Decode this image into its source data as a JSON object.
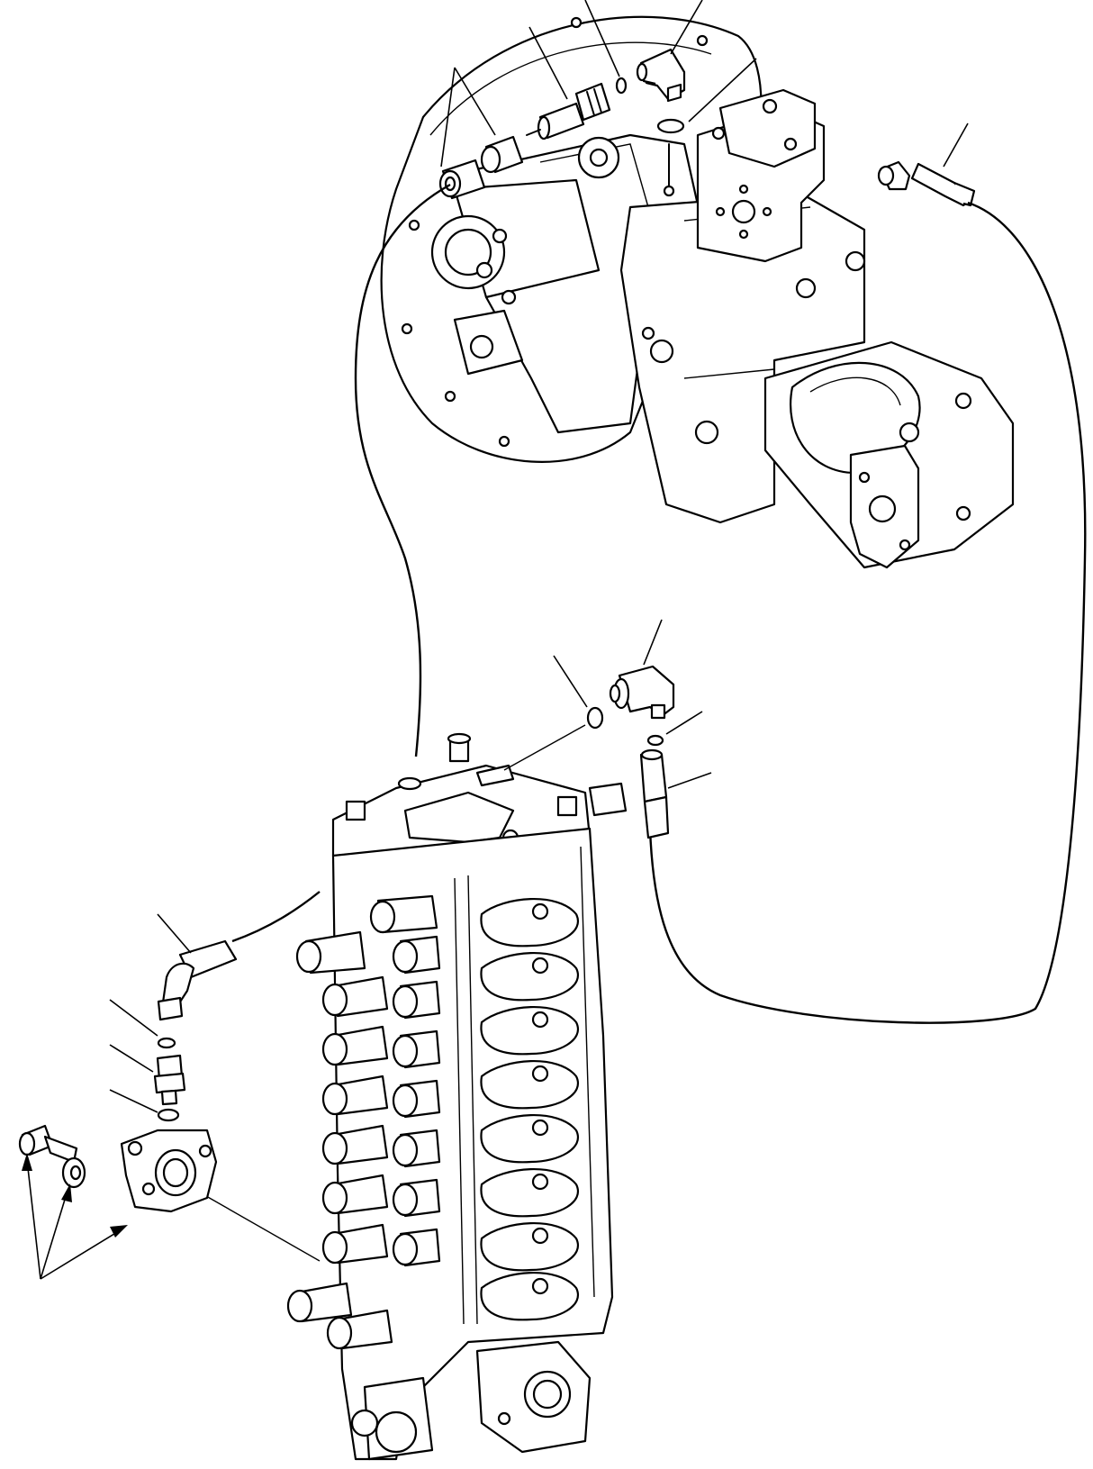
{
  "diagram": {
    "kind": "exploded parts illustration",
    "callout_labels": [],
    "components": [
      "pump-assembly",
      "control-valve",
      "hose-left",
      "hose-right",
      "elbow-fitting-top",
      "elbow-fitting-middle",
      "elbow-fitting-left",
      "connector-top",
      "o-ring",
      "adapter",
      "flange-block",
      "bolt",
      "washer"
    ],
    "line_color": "#000000",
    "background_color": "#ffffff"
  }
}
